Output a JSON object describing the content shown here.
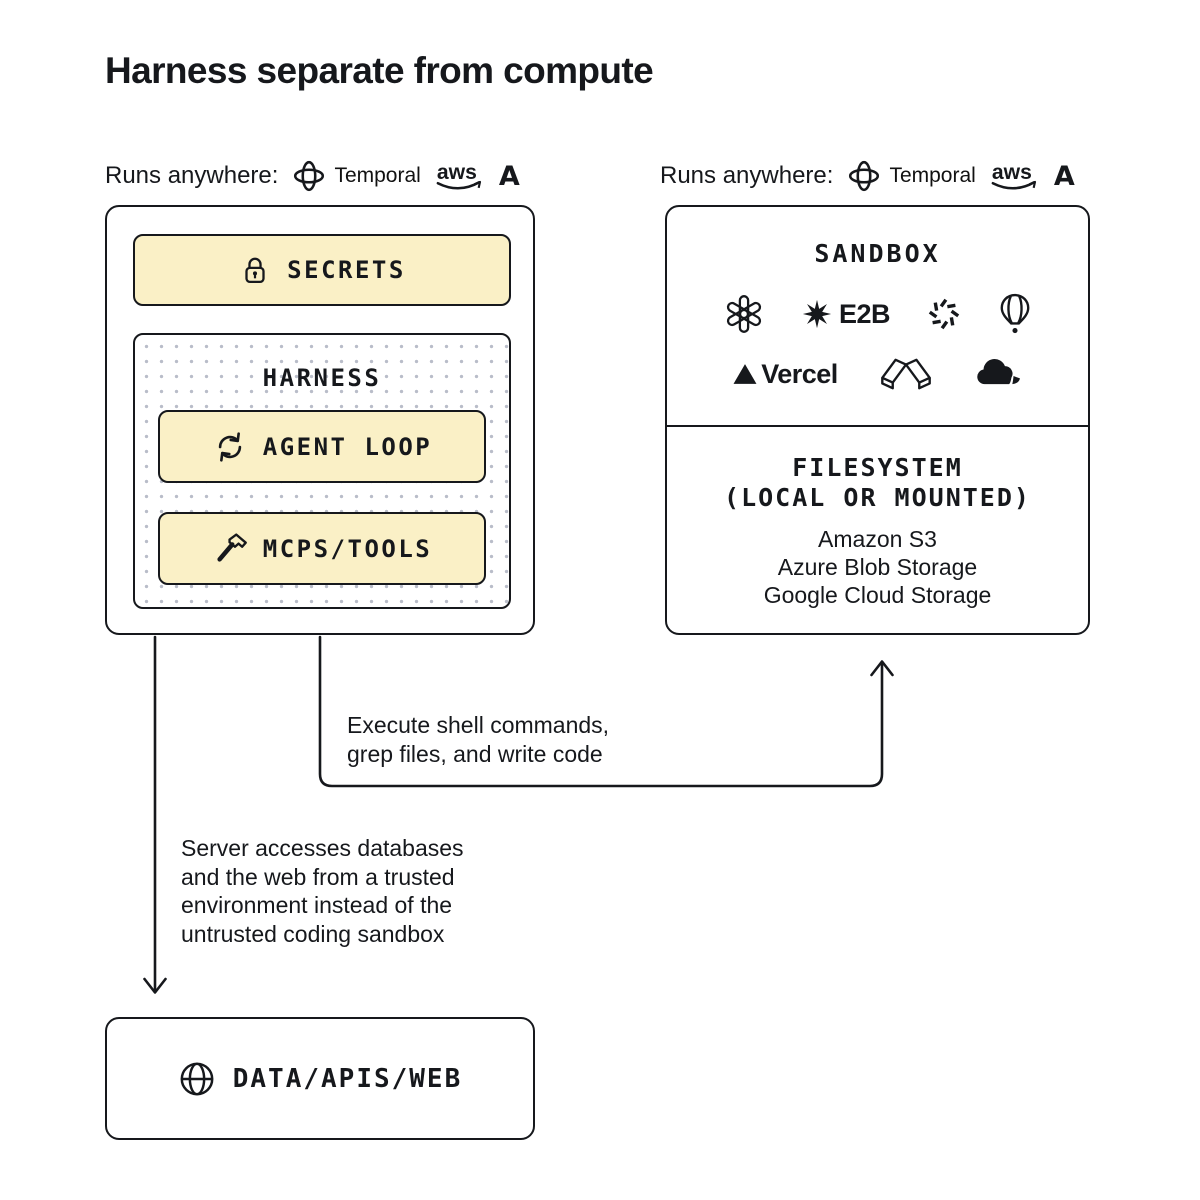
{
  "title": "Harness separate from compute",
  "colors": {
    "accent_yellow": "#FAF0C6",
    "ink": "#16181C",
    "dot_gray": "#B9BDC9"
  },
  "left_panel": {
    "runs_anywhere_label": "Runs anywhere:",
    "temporal_label": "Temporal",
    "aws_label": "aws",
    "anthropic_label": "A",
    "secrets_label": "SECRETS",
    "harness_label": "HARNESS",
    "agent_loop_label": "AGENT LOOP",
    "mcps_tools_label": "MCPS/TOOLS"
  },
  "right_panel": {
    "runs_anywhere_label": "Runs anywhere:",
    "temporal_label": "Temporal",
    "aws_label": "aws",
    "anthropic_label": "A",
    "sandbox_label": "SANDBOX",
    "e2b_label": "E2B",
    "vercel_label": "Vercel",
    "filesystem_line1": "FILESYSTEM",
    "filesystem_line2": "(LOCAL OR MOUNTED)",
    "storage_providers": [
      "Amazon S3",
      "Azure Blob Storage",
      "Google Cloud Storage"
    ]
  },
  "annotations": {
    "execute_lines": [
      "Execute shell commands,",
      "grep files, and write code"
    ],
    "server_lines": [
      "Server accesses databases",
      "and the web from a trusted",
      "environment instead of the",
      "untrusted coding sandbox"
    ]
  },
  "bottom_panel": {
    "data_apis_web_label": "DATA/APIS/WEB"
  }
}
